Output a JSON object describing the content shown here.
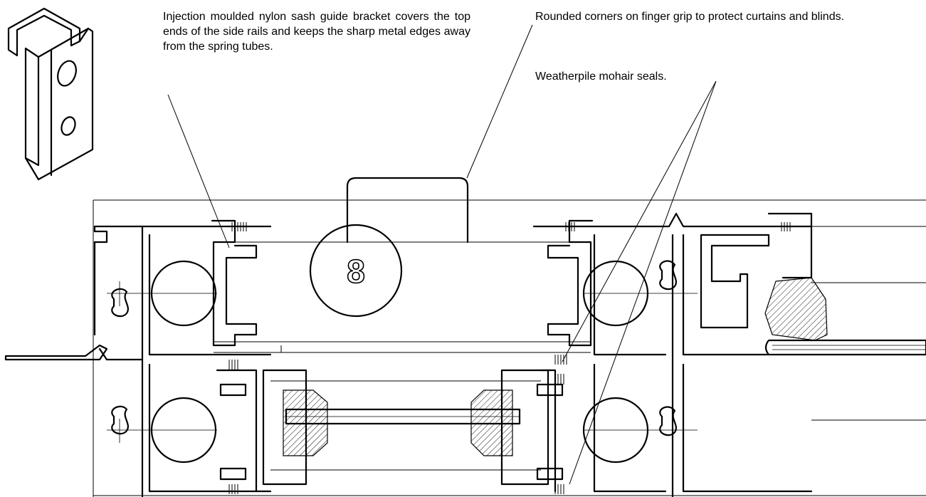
{
  "captions": {
    "bracket": "Injection moulded nylon sash guide bracket covers the top ends of the side rails and keeps the sharp metal edges away from the spring tubes.",
    "finger_grip": "Rounded corners on finger grip to protect curtains and blinds.",
    "seals": "Weatherpile mohair seals."
  },
  "callout_number": "8"
}
